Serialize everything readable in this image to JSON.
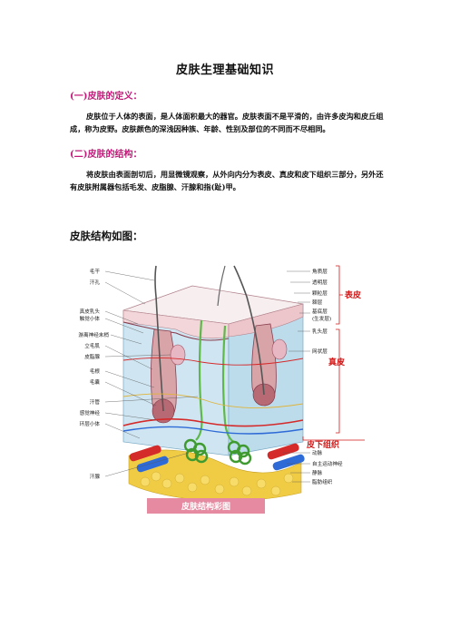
{
  "title": "皮肤生理基础知识",
  "sections": [
    {
      "heading": "(一)皮肤的定义：",
      "paragraph": "皮肤位于人体的表面，是人体面积最大的器官。皮肤表面不是平滑的，由许多皮沟和皮丘组成，称为皮野。皮肤颜色的深浅因种族、年龄、性别及部位的不同而不尽相同。"
    },
    {
      "heading": "(二)皮肤的结构：",
      "paragraph": "将皮肤由表面剖切后，用显微镜观察，从外向内分为表皮、真皮和皮下组织三部分，另外还有皮肤附属器包括毛发、皮脂腺、汗腺和指(趾)甲。"
    }
  ],
  "figure_label": "皮肤结构如图：",
  "figure": {
    "caption": "皮肤结构彩图",
    "left_labels": [
      "毛干",
      "汗孔",
      "真皮乳头",
      "触觉小体",
      "游离神经末梢",
      "立毛肌",
      "皮脂腺",
      "毛根",
      "毛囊",
      "汗管",
      "感觉神经",
      "环层小体",
      "汗腺"
    ],
    "right_labels": [
      "角质层",
      "透明层",
      "颗粒层",
      "棘层",
      "基底层",
      "(生发层)",
      "乳头层",
      "网状层",
      "动脉",
      "自主运动神经",
      "静脉",
      "脂肪组织"
    ],
    "layer_labels": [
      "表皮",
      "真皮",
      "皮下组织"
    ],
    "colors": {
      "heading": "#c2187a",
      "layer_label": "#d11a1a",
      "dermis": "#cfe6f2",
      "epidermis": "#f2d6d9",
      "fat": "#f0cc45",
      "gland": "#5fb84a",
      "artery": "#d52a2a",
      "vein": "#2f6bd6"
    }
  }
}
